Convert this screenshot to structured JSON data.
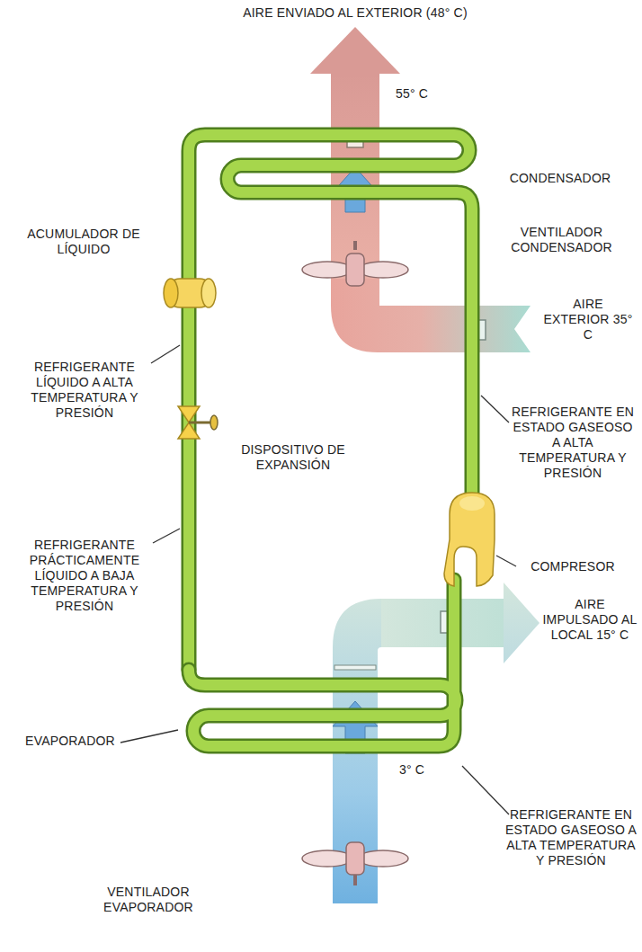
{
  "diagram": {
    "labels": [
      "AIRE ENVIADO AL EXTERIOR (48° C)",
      "55° C",
      "CONDENSADOR",
      "ACUMULADOR DE LÍQUIDO",
      "VENTILADOR CONDENSADOR",
      "AIRE EXTERIOR 35° C",
      "REFRIGERANTE LÍQUIDO A ALTA TEMPERATURA Y PRESIÓN",
      "DISPOSITIVO DE EXPANSIÓN",
      "REFRIGERANTE EN ESTADO GASEOSO A ALTA TEMPERATURA Y PRESIÓN",
      "COMPRESOR",
      "REFRIGERANTE PRÁCTICAMENTE LÍQUIDO A BAJA TEMPERATURA Y PRESIÓN",
      "AIRE IMPULSADO AL LOCAL 15° C",
      "EVAPORADOR",
      "3° C",
      "REFRIGERANTE EN ESTADO GASEOSO A ALTA TEMPERATURA Y PRESIÓN",
      "VENTILADOR EVAPORADOR"
    ]
  }
}
